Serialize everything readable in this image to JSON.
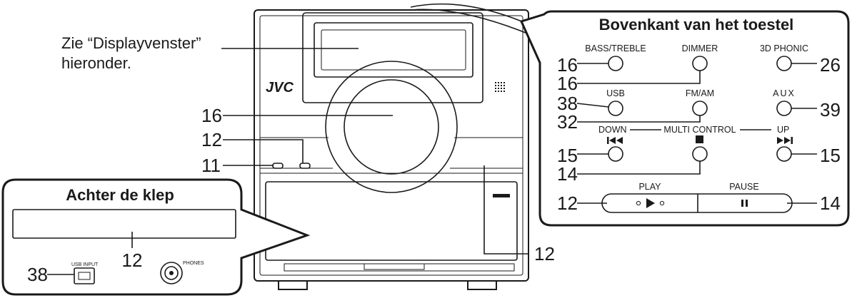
{
  "brand": "JVC",
  "display_note": {
    "line1": "Zie “Displayvenster”",
    "line2": "hieronder."
  },
  "top_panel": {
    "title": "Bovenkant van het toestel",
    "labels": {
      "bass_treble": "BASS/TREBLE",
      "dimmer": "DIMMER",
      "phonic_3d": "3D PHONIC",
      "usb": "USB",
      "fm_am": "FM/AM",
      "aux": "AUX",
      "down": "DOWN",
      "multi_control": "MULTI CONTROL",
      "up": "UP",
      "play": "PLAY",
      "pause": "PAUSE"
    },
    "refs": {
      "bass_treble": "16",
      "dimmer": "16",
      "phonic_3d": "26",
      "usb": "38",
      "fm_am": "32",
      "aux": "39",
      "prev": "15",
      "stop": "14",
      "next": "15",
      "play": "12",
      "pause": "14"
    }
  },
  "front": {
    "refs": {
      "volume": "16",
      "buttons": "12",
      "left_button": "11",
      "right_indicator": "12"
    }
  },
  "flap": {
    "title": "Achter de klep",
    "usb_input_label": "USB INPUT",
    "phones_label": "PHONES",
    "refs": {
      "disc_slot": "12",
      "usb_input": "38"
    }
  }
}
